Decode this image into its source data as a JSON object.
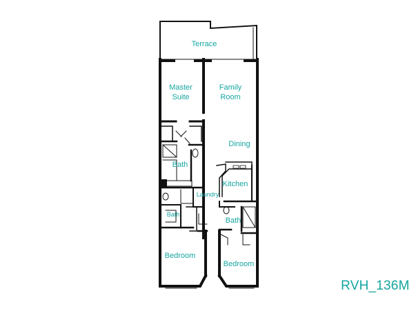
{
  "plan": {
    "code": "RVH_136M",
    "label_color": "#14a5a0",
    "wall_color": "#111111",
    "rooms": {
      "terrace": "Terrace",
      "master_suite_1": "Master",
      "master_suite_2": "Suite",
      "family_room_1": "Family",
      "family_room_2": "Room",
      "dining": "Dining",
      "master_bath": "Bath",
      "kitchen": "Kitchen",
      "laundry": "Laundry",
      "hall_bath": "Bath",
      "second_bath": "Bath",
      "bedroom_left": "Bedroom",
      "bedroom_right": "Bedroom"
    }
  }
}
